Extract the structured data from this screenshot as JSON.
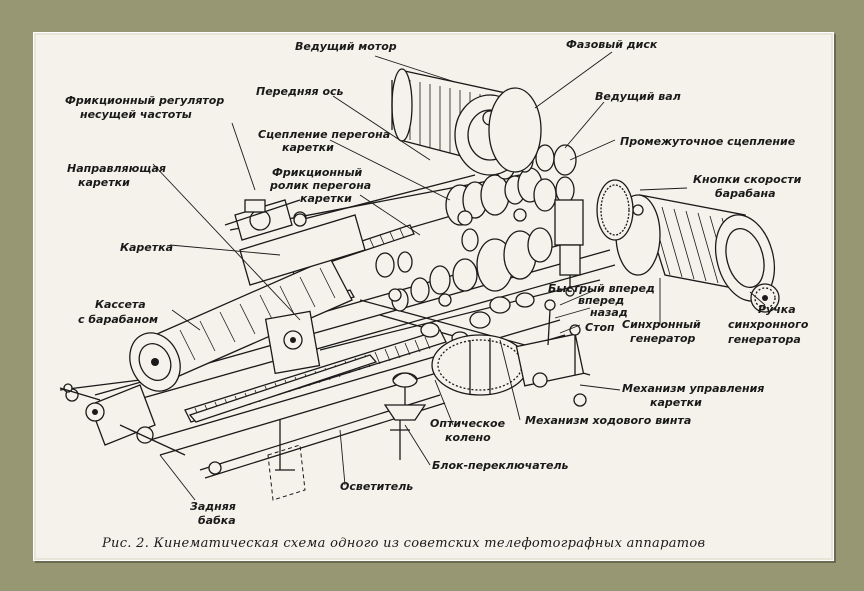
{
  "figure": {
    "caption": "Рис. 2. Кинематическая схема одного из советских телефотографных аппаратов"
  },
  "labels": {
    "driving_motor": "Ведущий мотор",
    "phase_disk": "Фазовый диск",
    "front_axle": "Передняя ось",
    "carrier_friction_regulator_1": "Фрикционный регулятор",
    "carrier_friction_regulator_2": "несущей частоты",
    "driving_shaft": "Ведущий вал",
    "carriage_clutch_1": "Сцепление перегона",
    "carriage_clutch_2": "каретки",
    "intermediate_clutch": "Промежуточное сцепление",
    "guide_carriage_1": "Направляющая",
    "guide_carriage_2": "каретки",
    "friction_roller_1": "Фрикционный",
    "friction_roller_2": "ролик перегона",
    "friction_roller_3": "каретки",
    "drum_speed_buttons_1": "Кнопки скорости",
    "drum_speed_buttons_2": "барабана",
    "carriage": "Каретка",
    "cassette_1": "Кассета",
    "cassette_2": "с барабаном",
    "fast_forward": "Быстрый вперед",
    "forward": "вперед",
    "back": "назад",
    "stop": "Стоп",
    "sync_generator_1": "Синхронный",
    "sync_generator_2": "генератор",
    "sync_handle_1": "Ручка",
    "sync_handle_2": "синхронного",
    "sync_handle_3": "генератора",
    "carriage_control_1": "Механизм управления",
    "carriage_control_2": "каретки",
    "optical_elbow_1": "Оптическое",
    "optical_elbow_2": "колено",
    "lead_screw_mechanism": "Механизм ходового винта",
    "switch_block": "Блок-переключатель",
    "illuminator": "Осветитель",
    "tailstock_1": "Задняя",
    "tailstock_2": "бабка"
  }
}
